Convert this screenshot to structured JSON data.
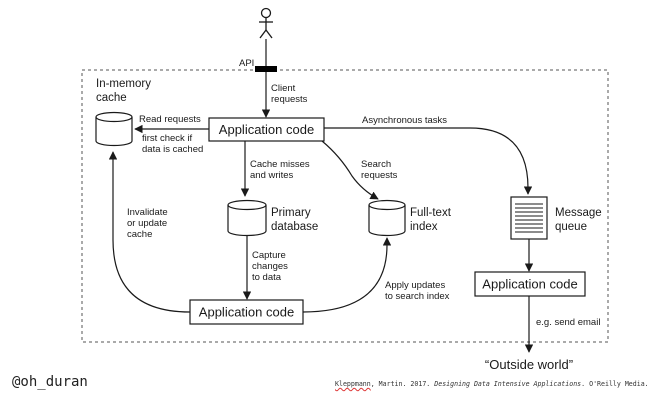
{
  "actor": {
    "api_label": "API"
  },
  "boxes": {
    "app_top": "Application code",
    "app_bottom": "Application code",
    "app_right": "Application code"
  },
  "cylinders": {
    "cache_line1": "In-memory",
    "cache_line2": "cache",
    "primary_line1": "Primary",
    "primary_line2": "database",
    "fulltext_line1": "Full-text",
    "fulltext_line2": "index"
  },
  "queue": {
    "line1": "Message",
    "line2": "queue"
  },
  "edges": {
    "client_requests_1": "Client",
    "client_requests_2": "requests",
    "read_requests": "Read requests",
    "first_check_1": "first check if",
    "first_check_2": "data is cached",
    "async_tasks": "Asynchronous tasks",
    "cache_misses_1": "Cache misses",
    "cache_misses_2": "and writes",
    "search_req_1": "Search",
    "search_req_2": "requests",
    "invalidate_1": "Invalidate",
    "invalidate_2": "or update",
    "invalidate_3": "cache",
    "capture_1": "Capture",
    "capture_2": "changes",
    "capture_3": "to data",
    "apply_updates_1": "Apply updates",
    "apply_updates_2": "to search index",
    "send_email": "e.g. send email"
  },
  "outside_world": "“Outside world”",
  "footer": {
    "handle": "@oh_duran",
    "citation_author": "Kleppmann",
    "citation_mid": ", Martin. 2017. ",
    "citation_title": "Designing Data Intensive Applications",
    "citation_end": ". O'Reilly Media."
  }
}
